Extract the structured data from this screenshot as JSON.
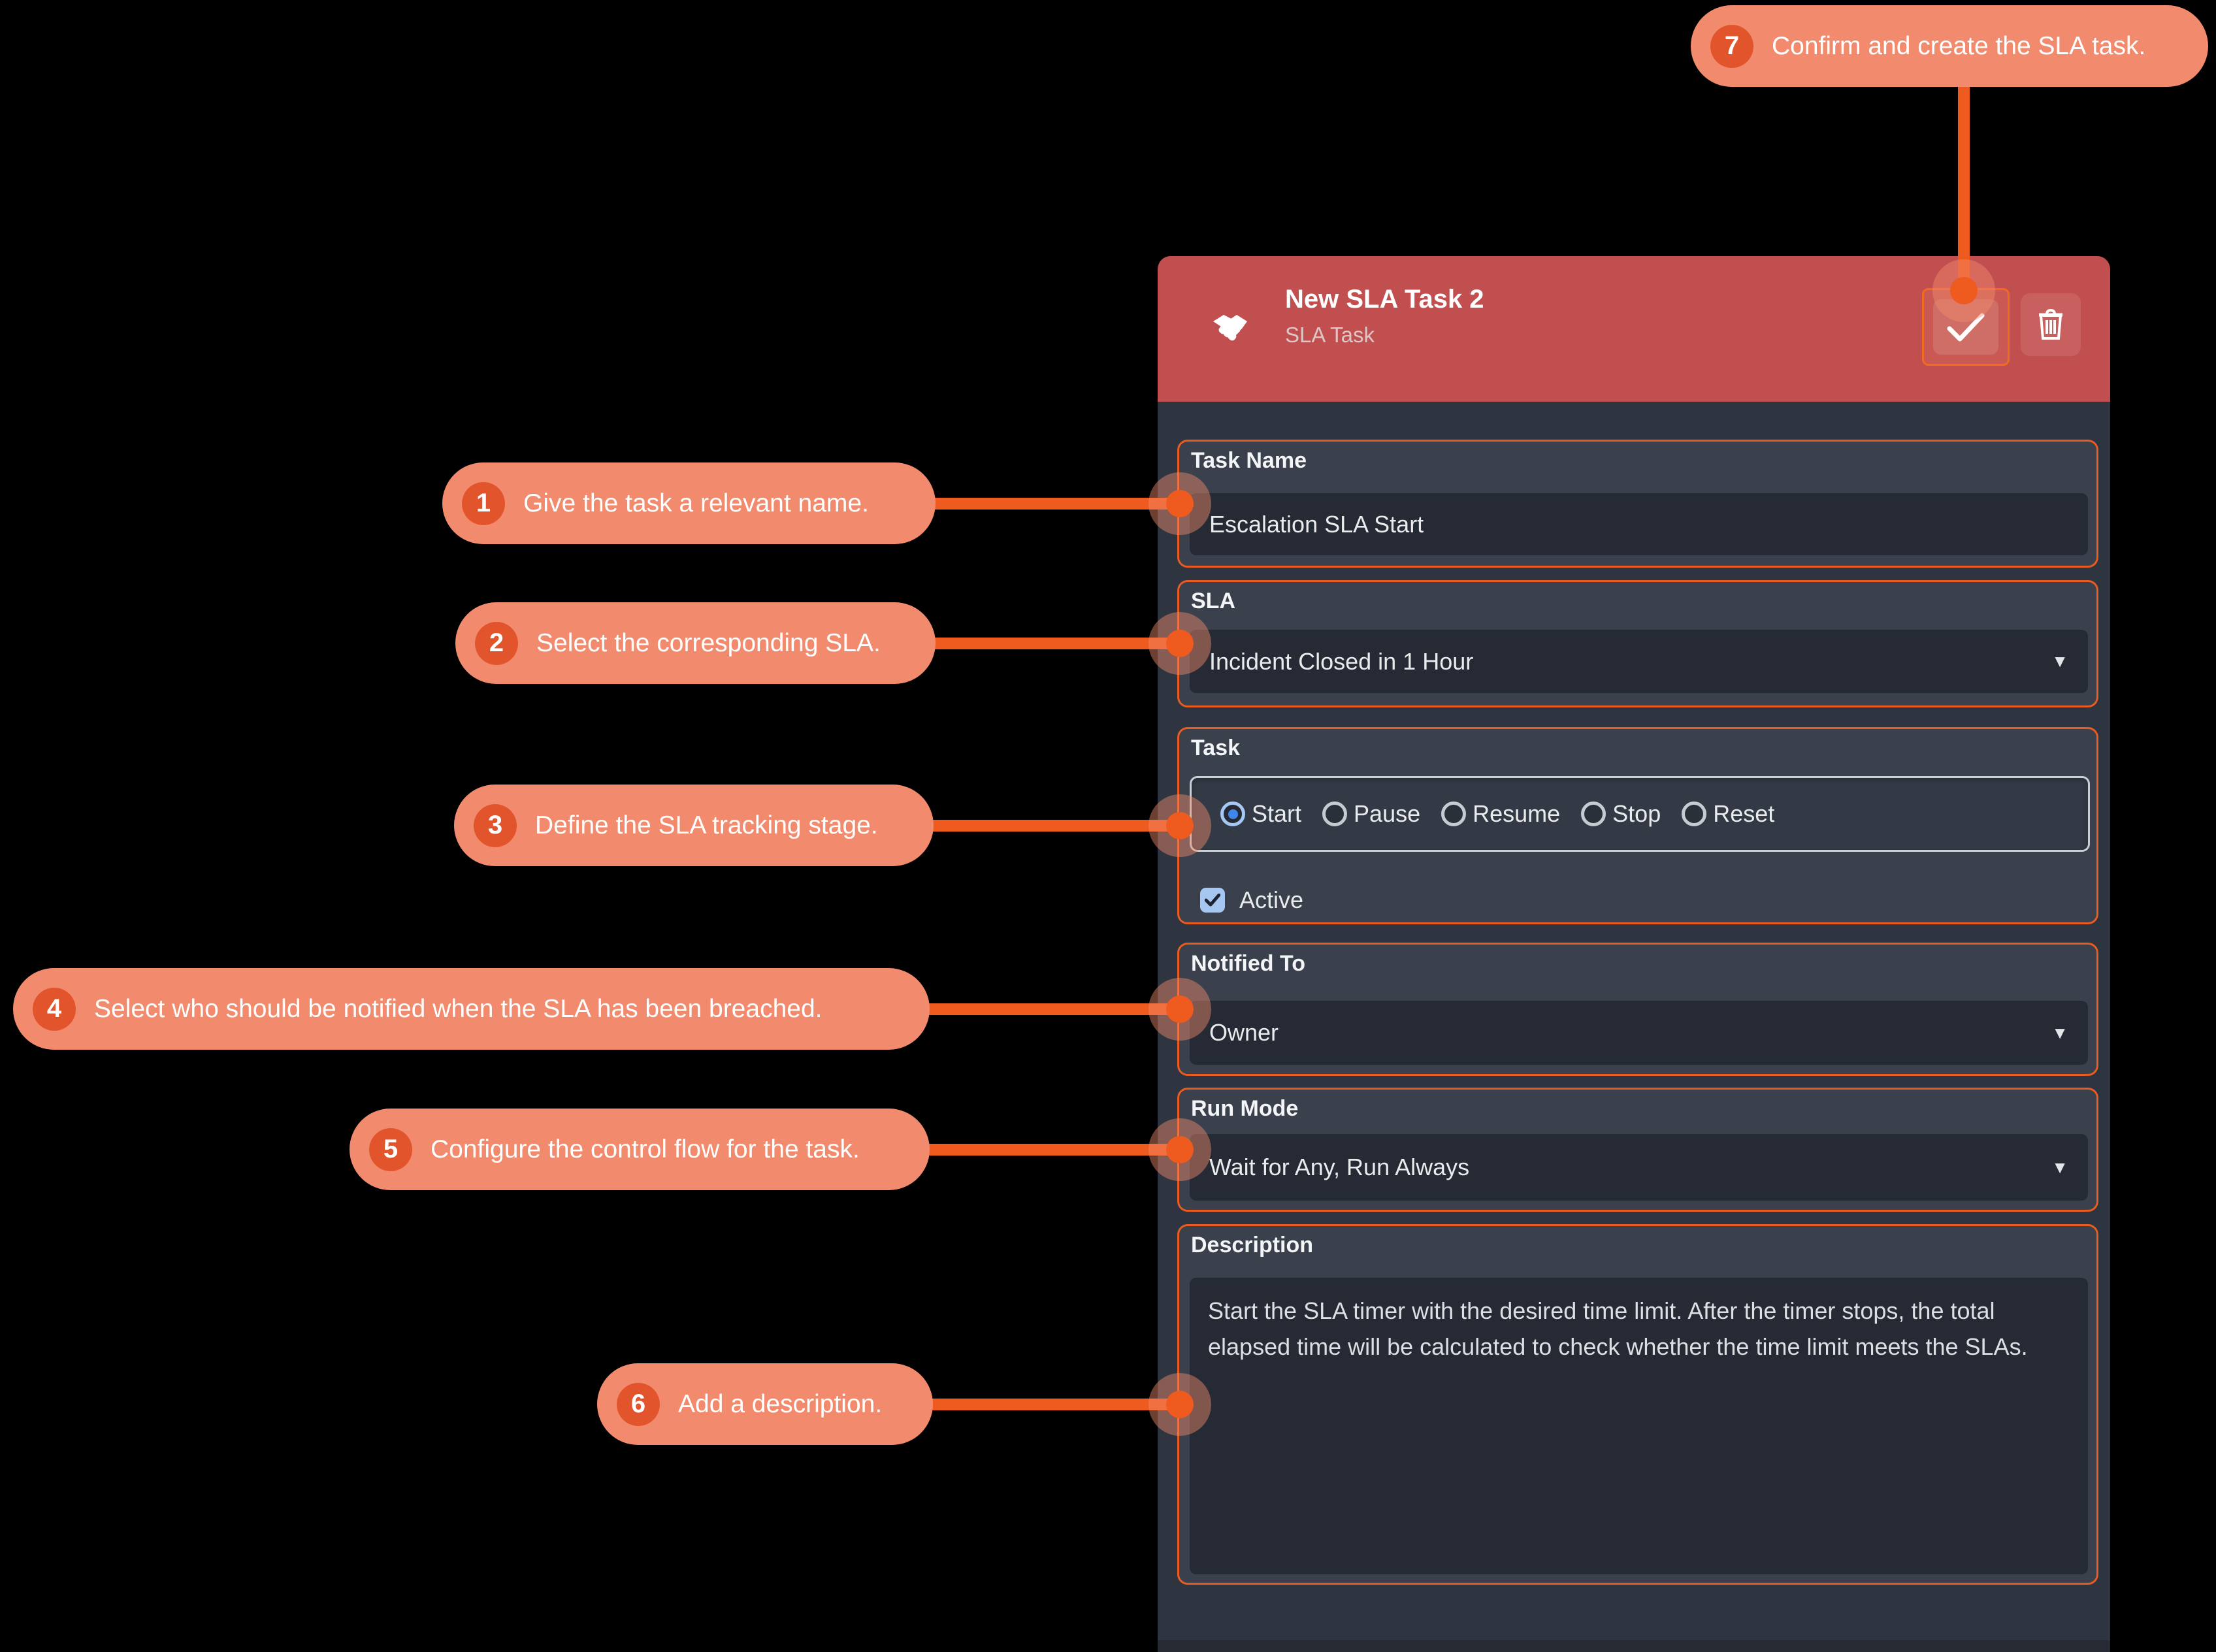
{
  "colors": {
    "accent_orange": "#EF5A1F",
    "pill_fill": "#F28B6D",
    "badge_fill": "#E2552C",
    "header_red": "#C24F4F",
    "panel_body": "#2F3540",
    "group_fill": "#3A414C",
    "field_fill": "#252A34",
    "radio_selected_blue": "#3E86EC",
    "checkbox_blue": "#A7C7F3"
  },
  "callouts": [
    {
      "n": "1",
      "text": "Give the task a relevant name."
    },
    {
      "n": "2",
      "text": "Select the corresponding SLA."
    },
    {
      "n": "3",
      "text": "Define the SLA tracking stage."
    },
    {
      "n": "4",
      "text": "Select who should be notified when the SLA has been breached."
    },
    {
      "n": "5",
      "text": "Configure the control flow for the task."
    },
    {
      "n": "6",
      "text": "Add a description."
    },
    {
      "n": "7",
      "text": "Confirm and create the SLA task."
    }
  ],
  "panel": {
    "header": {
      "title": "New SLA Task 2",
      "subtitle": "SLA Task"
    },
    "task_name": {
      "label": "Task Name",
      "value": "Escalation SLA Start"
    },
    "sla": {
      "label": "SLA",
      "value": "Incident Closed in 1 Hour"
    },
    "task": {
      "label": "Task",
      "options": [
        "Start",
        "Pause",
        "Resume",
        "Stop",
        "Reset"
      ],
      "selected": "Start",
      "active_label": "Active"
    },
    "notified_to": {
      "label": "Notified To",
      "value": "Owner"
    },
    "run_mode": {
      "label": "Run Mode",
      "value": "Wait for Any, Run Always"
    },
    "description": {
      "label": "Description",
      "value": "Start the SLA timer with the desired time limit. After the timer stops, the total elapsed time will be calculated to check whether the time limit meets the SLAs."
    }
  }
}
